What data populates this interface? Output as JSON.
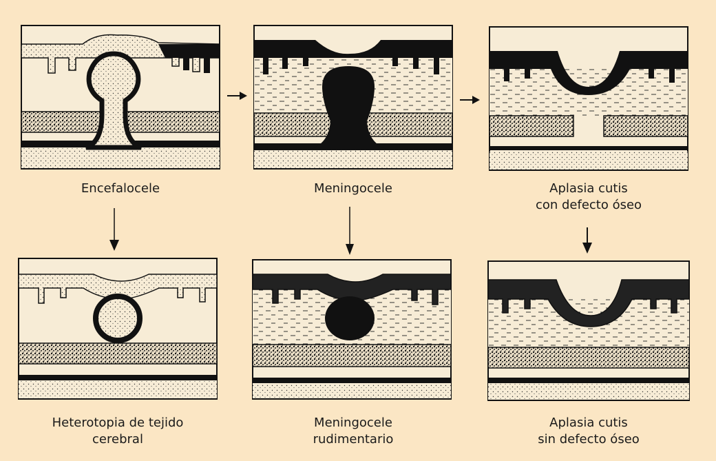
{
  "captions": {
    "encefalocele": "Encefalocele",
    "meningocele": "Meningocele",
    "aplasia_con_1": "Aplasia cutis",
    "aplasia_con_2": "con defecto óseo",
    "heterotopia_1": "Heterotopia de tejido",
    "heterotopia_2": "cerebral",
    "meningocele_rud_1": "Meningocele",
    "meningocele_rud_2": "rudimentario",
    "aplasia_sin_1": "Aplasia cutis",
    "aplasia_sin_2": "sin defecto óseo"
  },
  "colors": {
    "background": "#fbe6c4",
    "ink": "#111111",
    "panel_fill": "#f7ecd6"
  }
}
